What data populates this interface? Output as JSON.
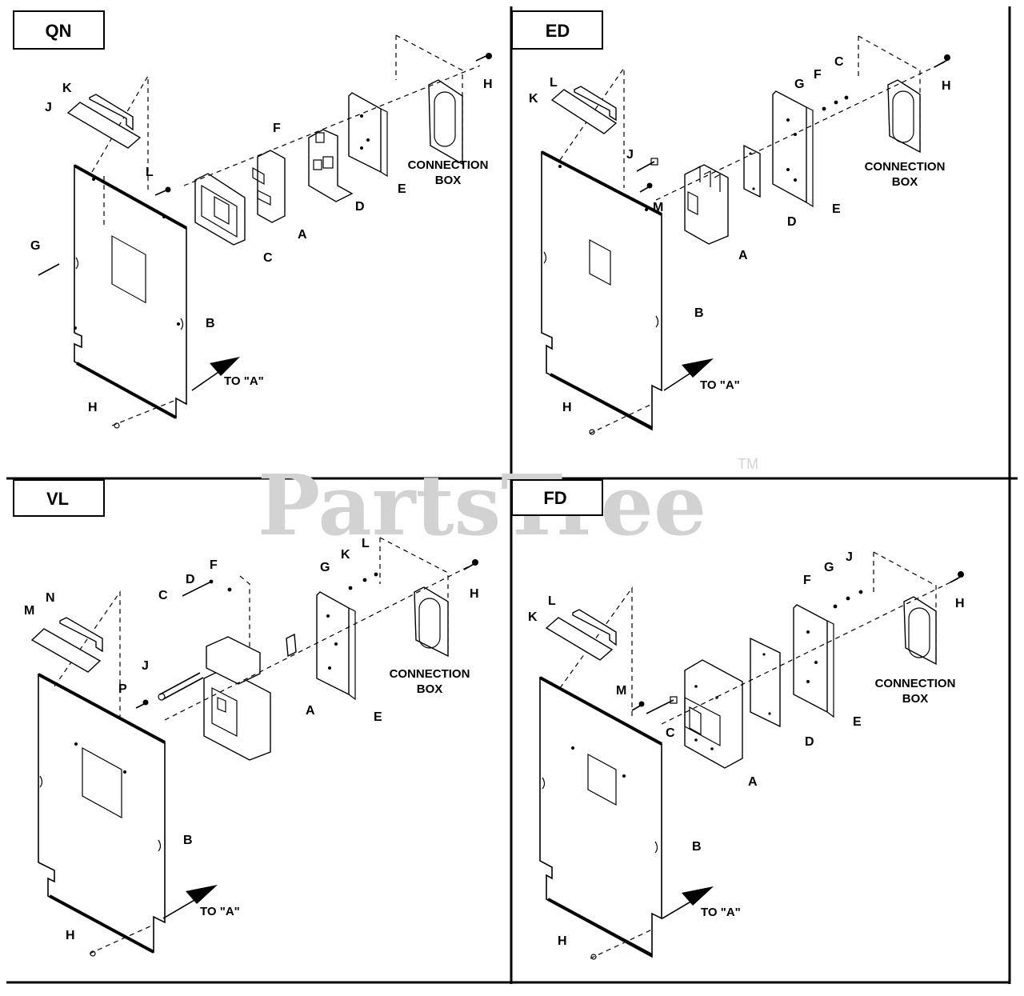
{
  "watermark": {
    "brand": "PartsTree",
    "trademark": "TM"
  },
  "panels": [
    {
      "id": "qn",
      "tag": "QN",
      "callouts": [
        "A",
        "B",
        "C",
        "D",
        "E",
        "F",
        "G",
        "H",
        "H",
        "J",
        "K",
        "L"
      ],
      "arrow_note": "TO \"A\"",
      "box_label": [
        "CONNECTION",
        "BOX"
      ]
    },
    {
      "id": "ed",
      "tag": "ED",
      "callouts": [
        "A",
        "B",
        "C",
        "D",
        "E",
        "F",
        "G",
        "H",
        "H",
        "J",
        "K",
        "L",
        "M"
      ],
      "arrow_note": "TO \"A\"",
      "box_label": [
        "CONNECTION",
        "BOX"
      ]
    },
    {
      "id": "vl",
      "tag": "VL",
      "callouts": [
        "A",
        "B",
        "C",
        "D",
        "E",
        "F",
        "G",
        "H",
        "H",
        "J",
        "K",
        "L",
        "M",
        "N",
        "P"
      ],
      "arrow_note": "TO \"A\"",
      "box_label": [
        "CONNECTION",
        "BOX"
      ]
    },
    {
      "id": "fd",
      "tag": "FD",
      "callouts": [
        "A",
        "B",
        "C",
        "D",
        "E",
        "F",
        "G",
        "H",
        "H",
        "J",
        "K",
        "L",
        "M"
      ],
      "arrow_note": "TO \"A\"",
      "box_label": [
        "CONNECTION",
        "BOX"
      ]
    }
  ]
}
